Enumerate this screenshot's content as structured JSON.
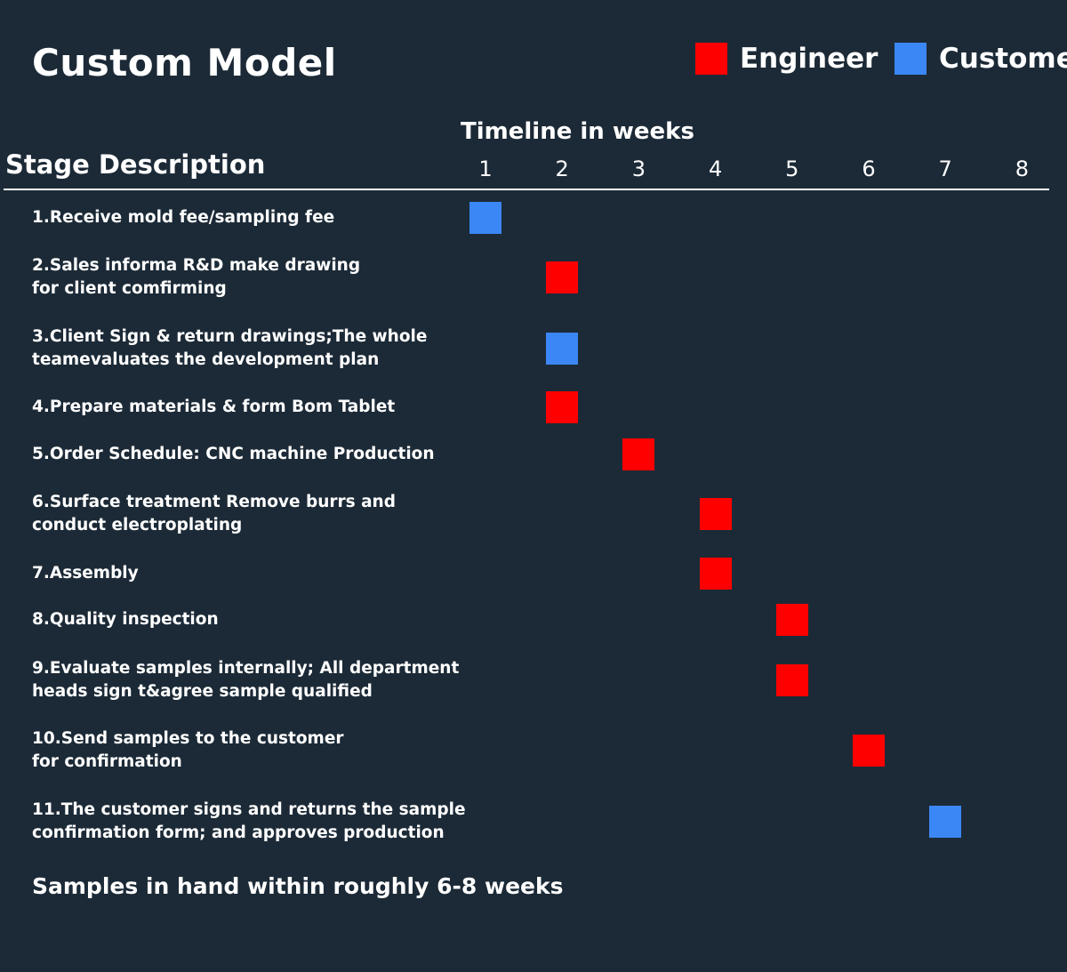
{
  "title": "Custom Model",
  "legend": [
    {
      "label": "Engineer",
      "color": "#ff0000"
    },
    {
      "label": "Customer",
      "color": "#3b87f5"
    }
  ],
  "timeline_title": "Timeline in weeks",
  "stage_header": "Stage Description",
  "footnote": "Samples in hand within roughly 6-8 weeks",
  "chart_data": {
    "type": "table",
    "x_axis": {
      "label": "Timeline in weeks",
      "ticks": [
        1,
        2,
        3,
        4,
        5,
        6,
        7,
        8
      ]
    },
    "rows_header": "Stage Description",
    "stages": [
      {
        "lines": [
          "1.Receive mold fee/sampling fee"
        ],
        "week": 1,
        "role": "Customer"
      },
      {
        "lines": [
          "2.Sales informa R&D make drawing",
          "for client comfirming"
        ],
        "week": 2,
        "role": "Engineer"
      },
      {
        "lines": [
          "3.Client Sign & return drawings;The whole",
          "teamevaluates the development plan"
        ],
        "week": 2,
        "role": "Customer"
      },
      {
        "lines": [
          "4.Prepare materials & form Bom Tablet"
        ],
        "week": 2,
        "role": "Engineer"
      },
      {
        "lines": [
          "5.Order Schedule: CNC machine Production"
        ],
        "week": 3,
        "role": "Engineer"
      },
      {
        "lines": [
          "6.Surface treatment Remove burrs and",
          "conduct electroplating"
        ],
        "week": 4,
        "role": "Engineer"
      },
      {
        "lines": [
          "7.Assembly"
        ],
        "week": 4,
        "role": "Engineer"
      },
      {
        "lines": [
          "8.Quality inspection"
        ],
        "week": 5,
        "role": "Engineer"
      },
      {
        "lines": [
          "9.Evaluate samples internally; All department",
          "heads sign t&agree sample qualified"
        ],
        "week": 5,
        "role": "Engineer"
      },
      {
        "lines": [
          "10.Send samples to the customer",
          "for confirmation"
        ],
        "week": 6,
        "role": "Engineer"
      },
      {
        "lines": [
          "11.The customer signs and returns the sample",
          "confirmation form; and approves production"
        ],
        "week": 7,
        "role": "Customer"
      }
    ]
  }
}
